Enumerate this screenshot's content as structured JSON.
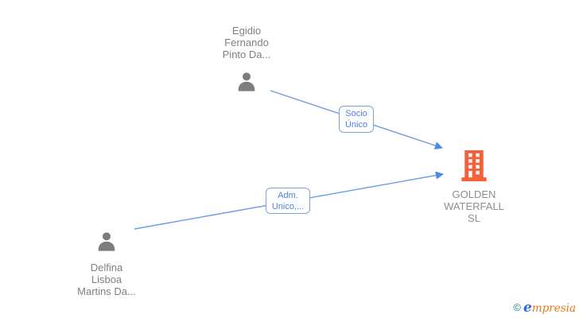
{
  "diagram": {
    "nodes": {
      "person_top": {
        "type": "person",
        "name_lines": [
          "Egidio",
          "Fernando",
          "Pinto Da..."
        ]
      },
      "person_bottom": {
        "type": "person",
        "name_lines": [
          "Delfina",
          "Lisboa",
          "Martins Da..."
        ]
      },
      "company": {
        "type": "company",
        "name_lines": [
          "GOLDEN",
          "WATERFALL",
          "SL"
        ]
      }
    },
    "edges": [
      {
        "from": "person_top",
        "to": "company",
        "label": "Socio Único"
      },
      {
        "from": "person_bottom",
        "to": "company",
        "label": "Adm. Unico,..."
      }
    ]
  },
  "watermark": {
    "copyright_symbol": "©",
    "brand_initial": "e",
    "brand_rest": "mpresia"
  },
  "colors": {
    "background": "#ffffff",
    "person_icon": "#7d7d7d",
    "company_icon": "#f5603a",
    "edge_line": "#6a9ce8",
    "edge_arrow": "#4a8ae8",
    "edge_label_text": "#4b82dd",
    "edge_label_border": "#7aa3e8",
    "person_name_text": "#7f7f7f",
    "company_name_text": "#8e8e8e",
    "watermark_copyright": "#1c7c8c",
    "watermark_initial": "#2b6cd4",
    "watermark_rest": "#e87812"
  }
}
